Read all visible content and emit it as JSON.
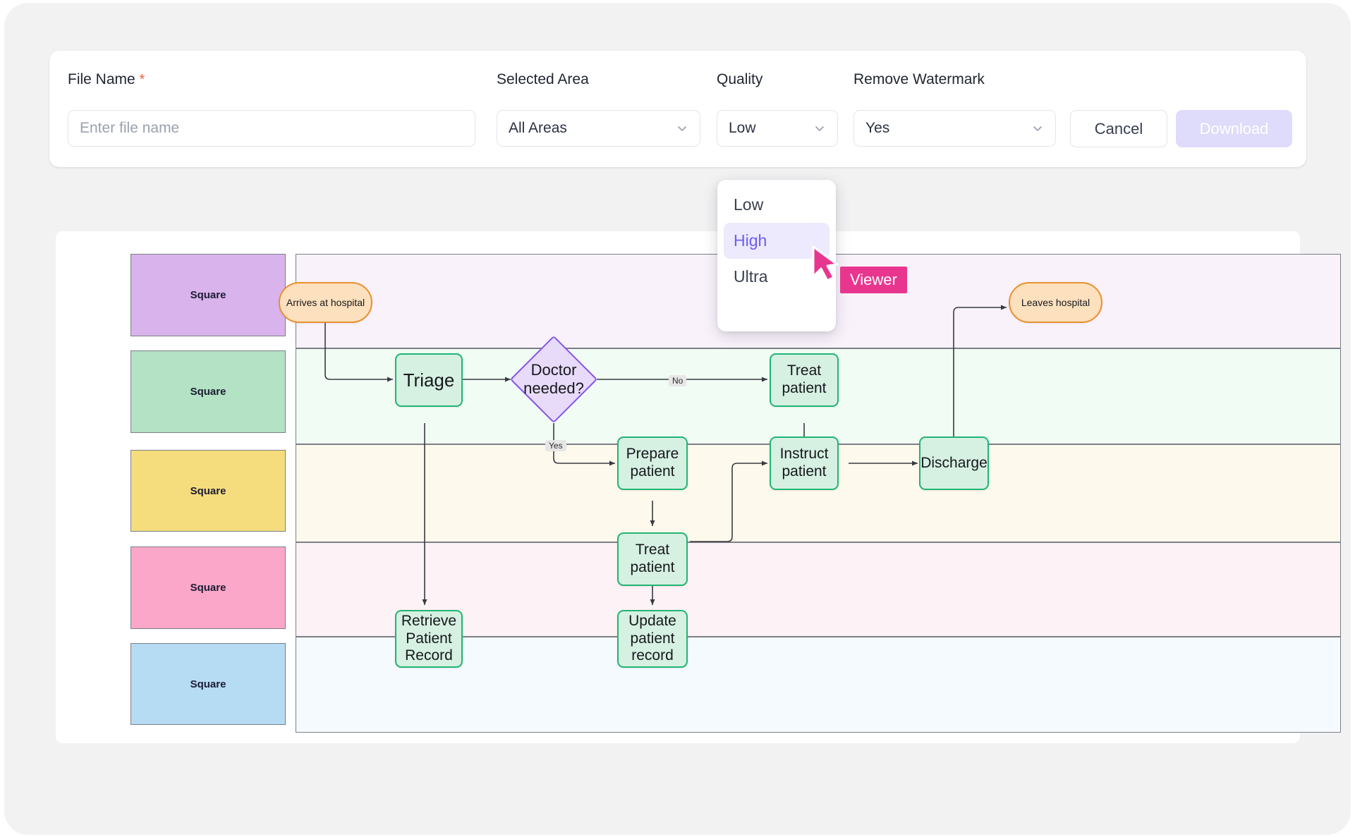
{
  "export_bar": {
    "file_name_label": "File Name",
    "required_marker": "*",
    "file_name_placeholder": "Enter file name",
    "file_name_value": "",
    "selected_area_label": "Selected Area",
    "selected_area_value": "All Areas",
    "quality_label": "Quality",
    "quality_value": "Low",
    "remove_watermark_label": "Remove Watermark",
    "remove_watermark_value": "Yes",
    "cancel_label": "Cancel",
    "download_label": "Download"
  },
  "quality_menu": {
    "options": [
      {
        "label": "Low",
        "selected": false
      },
      {
        "label": "High",
        "selected": true
      },
      {
        "label": "Ultra",
        "selected": false
      }
    ],
    "selected_color": "#6d5df6",
    "selected_bg": "#eceafc"
  },
  "presence": {
    "viewer_badge": "Viewer",
    "badge_color": "#e8368f",
    "cursor_color": "#e8368f"
  },
  "diagram": {
    "lane_label_text": "Square",
    "lanes": [
      {
        "label": "Square",
        "swatch": "#d9b3ec",
        "strip_bg": "#f9f2fb"
      },
      {
        "label": "Square",
        "swatch": "#b3e2c4",
        "strip_bg": "#f1fcf5"
      },
      {
        "label": "Square",
        "swatch": "#f5dd7e",
        "strip_bg": "#fdf9ec"
      },
      {
        "label": "Square",
        "swatch": "#fba7c9",
        "strip_bg": "#fdf2f6"
      },
      {
        "label": "Square",
        "swatch": "#b6dcf4",
        "strip_bg": "#f4fafd"
      }
    ],
    "nodes": [
      {
        "id": "arrives",
        "label": "Arrives at hospital",
        "type": "terminator",
        "lane": 0
      },
      {
        "id": "leaves",
        "label": "Leaves hospital",
        "type": "terminator",
        "lane": 0
      },
      {
        "id": "triage",
        "label": "Triage",
        "type": "process",
        "lane": 1
      },
      {
        "id": "doctor",
        "label": "Doctor needed?",
        "type": "decision",
        "lane": 1
      },
      {
        "id": "treat1",
        "label": "Treat patient",
        "type": "process",
        "lane": 1
      },
      {
        "id": "prepare",
        "label": "Prepare patient",
        "type": "process",
        "lane": 2
      },
      {
        "id": "instruct",
        "label": "Instruct patient",
        "type": "process",
        "lane": 2
      },
      {
        "id": "discharge",
        "label": "Discharge",
        "type": "process",
        "lane": 2
      },
      {
        "id": "treat2",
        "label": "Treat patient",
        "type": "process",
        "lane": 3
      },
      {
        "id": "retrieve",
        "label": "Retrieve Patient Record",
        "type": "process",
        "lane": 4
      },
      {
        "id": "update",
        "label": "Update patient record",
        "type": "process",
        "lane": 4
      }
    ],
    "edge_labels": [
      {
        "id": "no",
        "text": "No"
      },
      {
        "id": "yes",
        "text": "Yes"
      }
    ]
  }
}
